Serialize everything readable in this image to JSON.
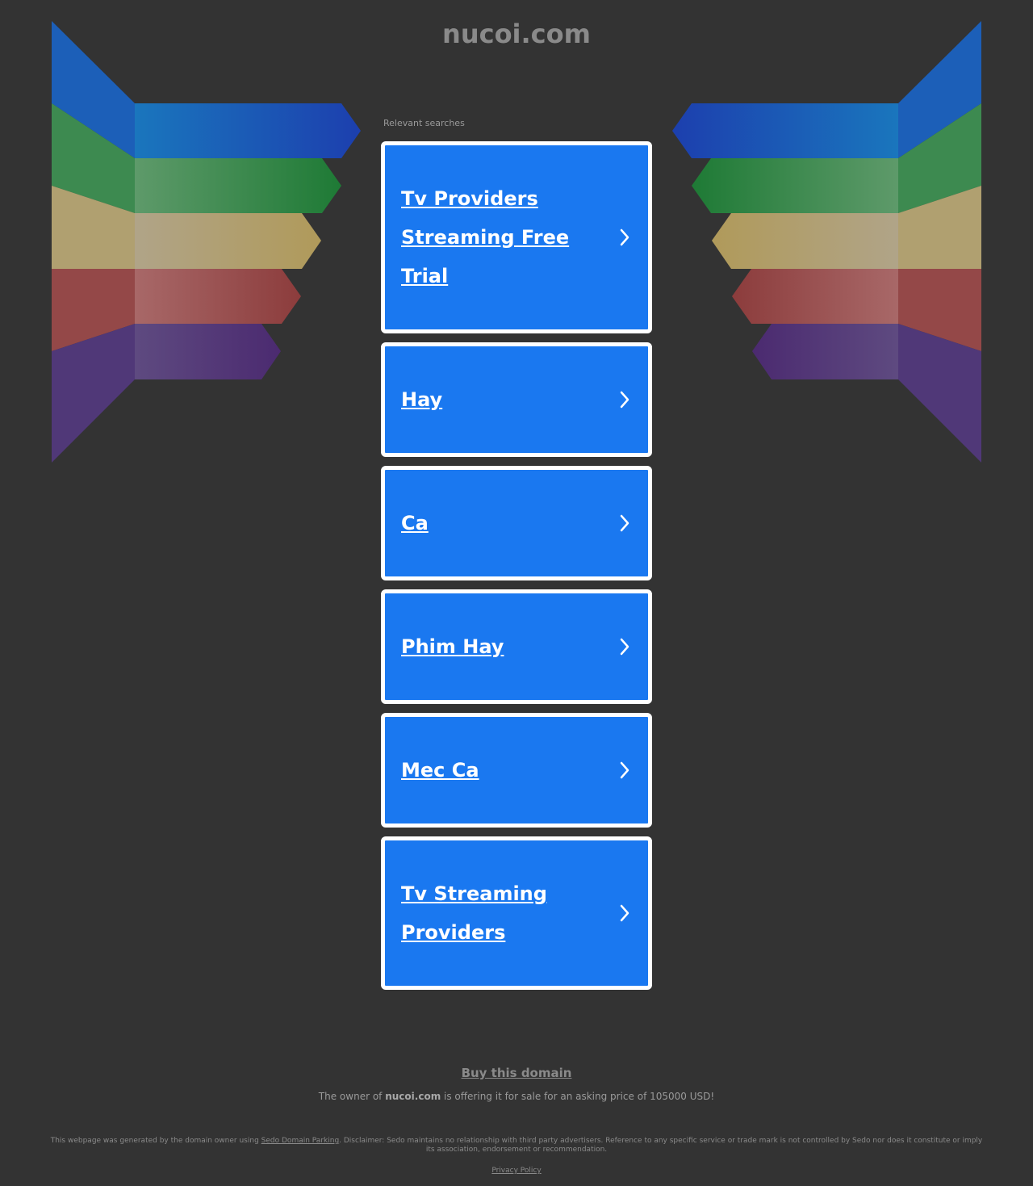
{
  "header": {
    "domain": "nucoi.com"
  },
  "related": {
    "label": "Relevant searches",
    "links": [
      "Tv Providers Streaming Free Trial",
      "Hay",
      "Ca",
      "Phim Hay",
      "Mec Ca",
      "Tv Streaming Providers"
    ]
  },
  "sale": {
    "buy_label": "Buy this domain",
    "prefix": "The owner of",
    "domain": "nucoi.com",
    "suffix": "is offering it for sale for an asking price of 105000 USD!"
  },
  "footer": {
    "disclaimer_prefix": "This webpage was generated by the domain owner using",
    "sedo_link": "Sedo Domain Parking",
    "disclaimer_suffix": ". Disclaimer: Sedo maintains no relationship with third party advertisers. Reference to any specific service or trade mark is not controlled by Sedo nor does it constitute or imply its association, endorsement or recommendation.",
    "privacy_link": "Privacy Policy"
  },
  "colors": {
    "background": "#333333",
    "card": "#1a78f0",
    "card_border": "#ffffff",
    "band_blue": "#1c4fb0",
    "band_green": "#1e7a35",
    "band_yellow": "#b09a5a",
    "band_red": "#8c3c3c",
    "band_purple": "#4b2a70"
  }
}
